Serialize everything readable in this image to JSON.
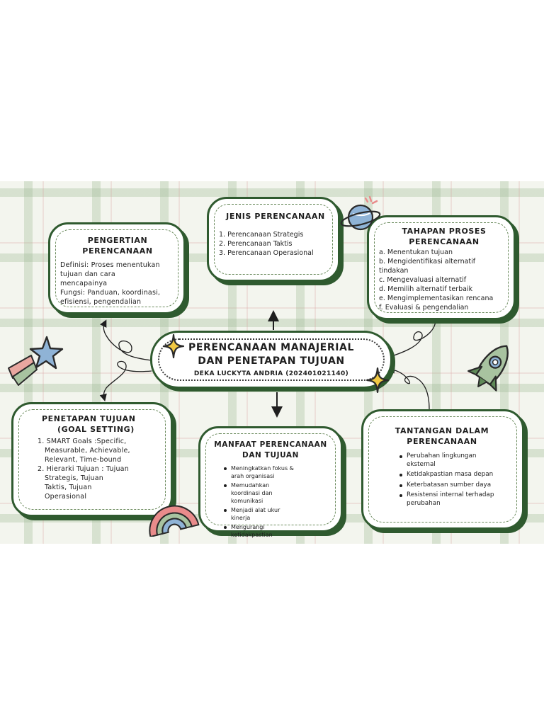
{
  "center": {
    "title_line1": "PERENCANAAN MANAJERIAL",
    "title_line2": "DAN PENETAPAN TUJUAN",
    "author": "DEKA LUCKYTA ANDRIA (202401021140)"
  },
  "pengertian": {
    "title_line1": "PENGERTIAN",
    "title_line2": "PERENCANAAN",
    "lines": [
      "Definisi: Proses menentukan",
      "tujuan dan cara",
      "mencapainya",
      "Fungsi: Panduan, koordinasi,",
      "efisiensi, pengendalian"
    ]
  },
  "jenis": {
    "title": "JENIS PERENCANAAN",
    "items": [
      "1. Perencanaan Strategis",
      "2. Perencanaan Taktis",
      "3. Perencanaan Operasional"
    ]
  },
  "tahapan": {
    "title_line1": "TAHAPAN PROSES",
    "title_line2": "PERENCANAAN",
    "items": [
      "a. Menentukan tujuan",
      "b. Mengidentifikasi alternatif",
      "tindakan",
      "c. Mengevaluasi alternatif",
      "d. Memilih alternatif terbaik",
      "e. Mengimplementasikan rencana",
      "f. Evaluasi & pengendalian"
    ]
  },
  "penetapan": {
    "title_line1": "PENETAPAN TUJUAN",
    "title_line2": "(GOAL SETTING)",
    "lines": [
      "1. SMART Goals :Specific,",
      "Measurable, Achievable,",
      "Relevant, Time-bound",
      "2. Hierarki Tujuan : Tujuan",
      "Strategis, Tujuan",
      "Taktis, Tujuan",
      "Operasional"
    ]
  },
  "manfaat": {
    "title_line1": "MANFAAT PERENCANAAN",
    "title_line2": "DAN TUJUAN",
    "items": [
      "Meningkatkan fokus & arah organisasi",
      "Memudahkan koordinasi dan komunikasi",
      "Menjadi alat ukur kinerja",
      "Mengurangi ketidakpastian"
    ]
  },
  "tantangan": {
    "title_line1": "TANTANGAN DALAM",
    "title_line2": "PERENCANAAN",
    "items": [
      "Perubahan lingkungan eksternal",
      "Ketidakpastian masa depan",
      "Keterbatasan sumber daya",
      "Resistensi internal terhadap perubahan"
    ]
  },
  "colors": {
    "card_border": "#2f5a2f",
    "background": "#f3f5ee",
    "star_blue": "#8fb3d6",
    "rainbow_pink": "#e98b8b"
  },
  "icons": [
    "sparkle-icon",
    "star-icon",
    "planet-icon",
    "rocket-icon",
    "rainbow-icon"
  ]
}
